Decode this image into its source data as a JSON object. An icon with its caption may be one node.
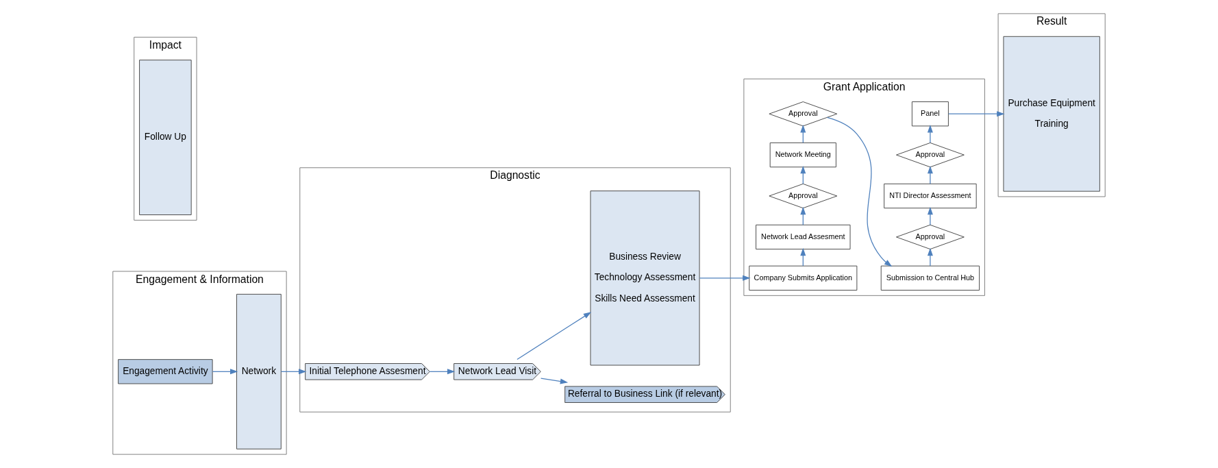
{
  "diagram": {
    "nodes": [
      {
        "text": [
          "Engagement & Information"
        ]
      },
      {
        "text": [
          "Diagnostic"
        ]
      },
      {
        "text": [
          "Grant Application"
        ]
      },
      {
        "text": [
          "Result"
        ]
      },
      {
        "text": [
          "Impact"
        ]
      },
      {
        "text": [
          "Engagement Activity"
        ],
        "in": 0
      },
      {
        "text": [
          "Network"
        ],
        "in": 0
      },
      {
        "text": [
          "Initial Telephone Assesment"
        ],
        "in": 1
      },
      {
        "text": [
          "Network Lead Visit"
        ],
        "in": 1
      },
      {
        "text": [
          "Referral to Business Link (if relevant)"
        ],
        "in": 1
      },
      {
        "text": [
          "Business Review",
          "Technology Assessment",
          "Skills Need Assessment"
        ],
        "in": 1
      },
      {
        "text": [
          "Company Submits Application"
        ],
        "in": 2
      },
      {
        "text": [
          "Network Lead Assesment"
        ],
        "in": 2
      },
      {
        "text": [
          "Approval"
        ],
        "in": 2
      },
      {
        "text": [
          "Network Meeting"
        ],
        "in": 2
      },
      {
        "text": [
          "Approval"
        ],
        "in": 2
      },
      {
        "text": [
          "Submission to Central Hub"
        ],
        "in": 2
      },
      {
        "text": [
          "Approval"
        ],
        "in": 2
      },
      {
        "text": [
          "NTI Director Assessment"
        ],
        "in": 2
      },
      {
        "text": [
          "Approval"
        ],
        "in": 2
      },
      {
        "text": [
          "Panel"
        ],
        "in": 2
      },
      {
        "text": [
          "Purchase Equipment",
          "Training"
        ],
        "in": 3
      },
      {
        "text": [
          "Follow Up"
        ],
        "in": 4
      }
    ],
    "edges": [
      {
        "from": 5,
        "to": 6,
        "arrow": "to"
      },
      {
        "from": 6,
        "to": 7,
        "arrow": "to"
      },
      {
        "from": 7,
        "to": 8,
        "arrow": "to"
      },
      {
        "from": 8,
        "to": 9,
        "arrow": "to"
      },
      {
        "from": 8,
        "to": 10,
        "arrow": "to"
      },
      {
        "from": 10,
        "to": 11,
        "arrow": "to"
      },
      {
        "from": 11,
        "to": 12,
        "arrow": "to"
      },
      {
        "from": 12,
        "to": 13,
        "arrow": "to"
      },
      {
        "from": 13,
        "to": 14,
        "arrow": "to"
      },
      {
        "from": 14,
        "to": 15,
        "arrow": "to"
      },
      {
        "from": 15,
        "to": 16,
        "arrow": "to"
      },
      {
        "from": 16,
        "to": 17,
        "arrow": "to"
      },
      {
        "from": 17,
        "to": 18,
        "arrow": "to"
      },
      {
        "from": 18,
        "to": 19,
        "arrow": "to"
      },
      {
        "from": 19,
        "to": 20,
        "arrow": "to"
      },
      {
        "from": 20,
        "to": 21,
        "arrow": "to"
      }
    ]
  }
}
